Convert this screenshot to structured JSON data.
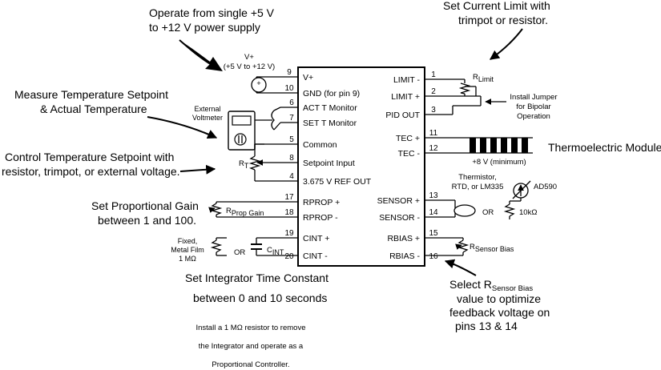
{
  "annotations": {
    "power_supply": [
      "Operate from single +5 V",
      "to +12 V power supply"
    ],
    "current_limit": [
      "Set Current Limit with",
      "trimpot or resistor."
    ],
    "measure_temp": [
      "Measure Temperature Setpoint",
      "& Actual Temperature"
    ],
    "control_setpoint": [
      "Control Temperature Setpoint with",
      "resistor, trimpot, or external voltage."
    ],
    "prop_gain": [
      "Set Proportional Gain",
      "between 1 and 100."
    ],
    "integrator": [
      "Set Integrator Time Constant",
      "between 0 and 10 seconds"
    ],
    "sensor_bias": [
      "value to optimize",
      "feedback voltage on",
      "pins 13 & 14"
    ],
    "sensor_bias_title_main": "Select R",
    "sensor_bias_title_sub": "Sensor Bias",
    "integrator_note": [
      "Install a 1 MΩ resistor to remove",
      "the Integrator and operate as a",
      "Proportional Controller."
    ]
  },
  "labels": {
    "vplus_title": "V+",
    "vplus_range": "(+5 V to +12 V)",
    "external_voltmeter": [
      "External",
      "Voltmeter"
    ],
    "rt_main": "R",
    "rt_sub": "T",
    "rlimit_main": "R",
    "rlimit_sub": "Limit",
    "jumper": [
      "Install Jumper",
      "for Bipolar",
      "Operation"
    ],
    "thermoelectric_module": "Thermoelectric Module",
    "tec_voltage": "+8 V (minimum)",
    "sensor_types": [
      "Thermistor,",
      "RTD, or LM335"
    ],
    "ad590": "AD590",
    "or_sensor": "OR",
    "resistor_10k": "10kΩ",
    "rprop_main": "R",
    "rprop_sub": "Prop Gain",
    "fixed_film": [
      "Fixed,",
      "Metal Film",
      "1 MΩ"
    ],
    "or_integrator": "OR",
    "cint_main": "C",
    "cint_sub": "INT",
    "rsb_main": "R",
    "rsb_sub": "Sensor Bias",
    "plus_sign": "+"
  },
  "pins_left": [
    {
      "num": "9",
      "label": "V+"
    },
    {
      "num": "10",
      "label": "GND (for pin 9)"
    },
    {
      "num": "6",
      "label": "ACT T Monitor"
    },
    {
      "num": "7",
      "label": "SET T Monitor"
    },
    {
      "num": "5",
      "label": "Common"
    },
    {
      "num": "8",
      "label": "Setpoint Input"
    },
    {
      "num": "4",
      "label": "3.675 V REF OUT"
    },
    {
      "num": "17",
      "label": "RPROP +"
    },
    {
      "num": "18",
      "label": "RPROP -"
    },
    {
      "num": "19",
      "label": "CINT +"
    },
    {
      "num": "20",
      "label": "CINT -"
    }
  ],
  "pins_right": [
    {
      "num": "1",
      "label": "LIMIT -"
    },
    {
      "num": "2",
      "label": "LIMIT +"
    },
    {
      "num": "3",
      "label": "PID OUT"
    },
    {
      "num": "11",
      "label": "TEC +"
    },
    {
      "num": "12",
      "label": "TEC -"
    },
    {
      "num": "13",
      "label": "SENSOR +"
    },
    {
      "num": "14",
      "label": "SENSOR -"
    },
    {
      "num": "15",
      "label": "RBIAS +"
    },
    {
      "num": "16",
      "label": "RBIAS -"
    }
  ]
}
